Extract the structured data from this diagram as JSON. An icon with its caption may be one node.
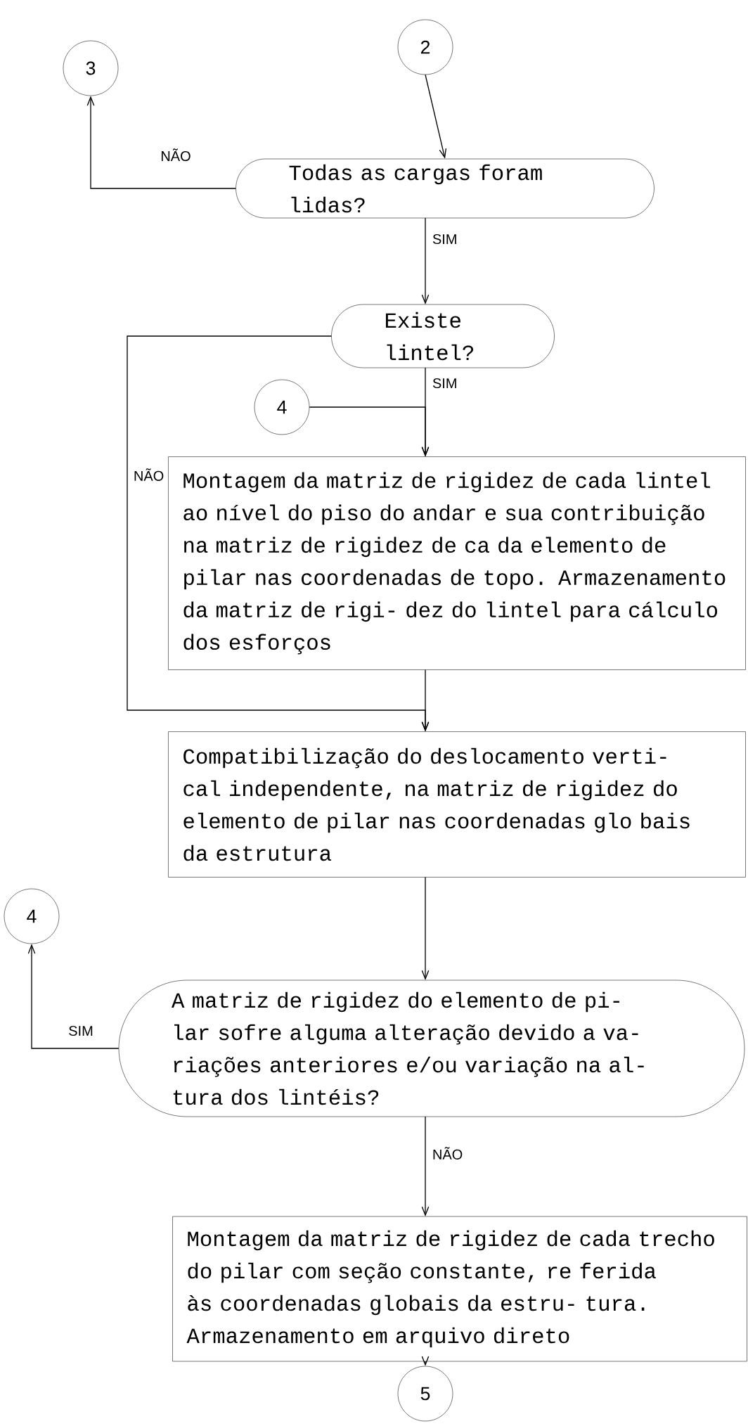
{
  "diagram": {
    "nodes": [
      {
        "text": [
          "3"
        ]
      },
      {
        "text": [
          "2"
        ]
      },
      {
        "text": [
          "Todas as cargas foram lidas?"
        ]
      },
      {
        "text": [
          "Existe lintel?"
        ]
      },
      {
        "text": [
          "4"
        ]
      },
      {
        "text": [
          "Montagem da matriz de rigidez de cada lintel ao nível do piso do andar e sua contribuição na matriz de rigidez de ca da elemento de pilar nas coordenadas de topo. Armazenamento da matriz de rigi- dez do lintel para cálculo dos esforços"
        ]
      },
      {
        "text": [
          "Compatibilização do deslocamento verti- cal independente, na matriz de rigidez do elemento de pilar nas coordenadas glo bais da estrutura"
        ]
      },
      {
        "text": [
          "4"
        ]
      },
      {
        "text": [
          "A matriz de rigidez do elemento de pi- lar sofre alguma alteração devido a va- riações anteriores e/ou variação na al- tura dos lintéis?"
        ]
      },
      {
        "text": [
          "Montagem da matriz de rigidez de cada trecho do pilar com seção constante, re ferida às coordenadas globais da estru- tura. Armazenamento em arquivo direto"
        ]
      },
      {
        "text": [
          "5"
        ]
      }
    ],
    "edges": [
      {
        "from": 1,
        "to": 2,
        "arrow": "to"
      },
      {
        "from": 2,
        "to": 0,
        "arrow": "to",
        "label": "NÃO"
      },
      {
        "from": 2,
        "to": 3,
        "arrow": "to",
        "label": "SIM"
      },
      {
        "from": 3,
        "to": 6,
        "arrow": "to",
        "label": "NÃO"
      },
      {
        "from": 3,
        "to": 5,
        "arrow": "to",
        "label": "SIM"
      },
      {
        "from": 4,
        "to": 5,
        "arrow": "to"
      },
      {
        "from": 5,
        "to": 6,
        "arrow": "to"
      },
      {
        "from": 6,
        "to": 8,
        "arrow": "to"
      },
      {
        "from": 8,
        "to": 7,
        "arrow": "to",
        "label": "SIM"
      },
      {
        "from": 8,
        "to": 9,
        "arrow": "to",
        "label": "NÃO"
      },
      {
        "from": 9,
        "to": 10,
        "arrow": "to"
      }
    ]
  }
}
